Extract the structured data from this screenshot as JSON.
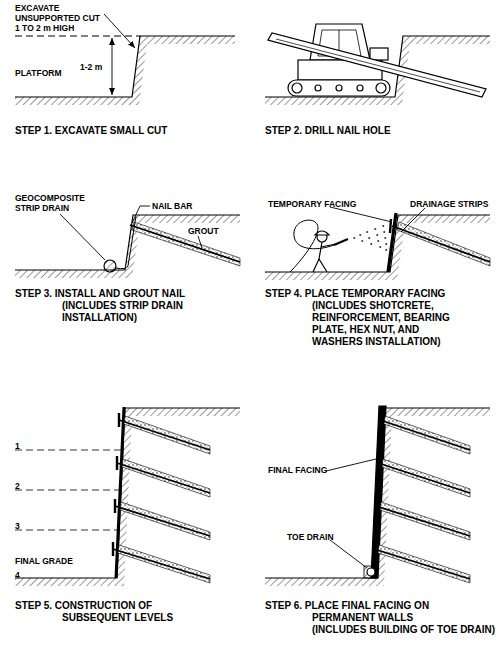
{
  "diagram": {
    "labels": [
      "EXCAVATE UNSUPPORTED CUT 1 TO 2 m HIGH",
      "PLATFORM",
      "1-2 m",
      "STEP 1. EXCAVATE SMALL CUT",
      "STEP 2. DRILL NAIL HOLE",
      "GEOCOMPOSITE STRIP DRAIN",
      "NAIL BAR",
      "GROUT",
      "STEP 3. INSTALL AND GROUT NAIL",
      "(INCLUDES STRIP DRAIN INSTALLATION)",
      "TEMPORARY FACING",
      "DRAINAGE STRIPS",
      "STEP 4. PLACE TEMPORARY FACING",
      "(INCLUDES SHOTCRETE, REINFORCEMENT, BEARING PLATE, HEX NUT, AND WASHERS INSTALLATION)",
      "1",
      "2",
      "3",
      "FINAL GRADE",
      "4",
      "STEP 5. CONSTRUCTION OF SUBSEQUENT LEVELS",
      "FINAL FACING",
      "TOE DRAIN",
      "STEP 6. PLACE FINAL FACING ON PERMANENT WALLS",
      "(INCLUDES BUILDING OF TOE DRAIN)"
    ]
  }
}
